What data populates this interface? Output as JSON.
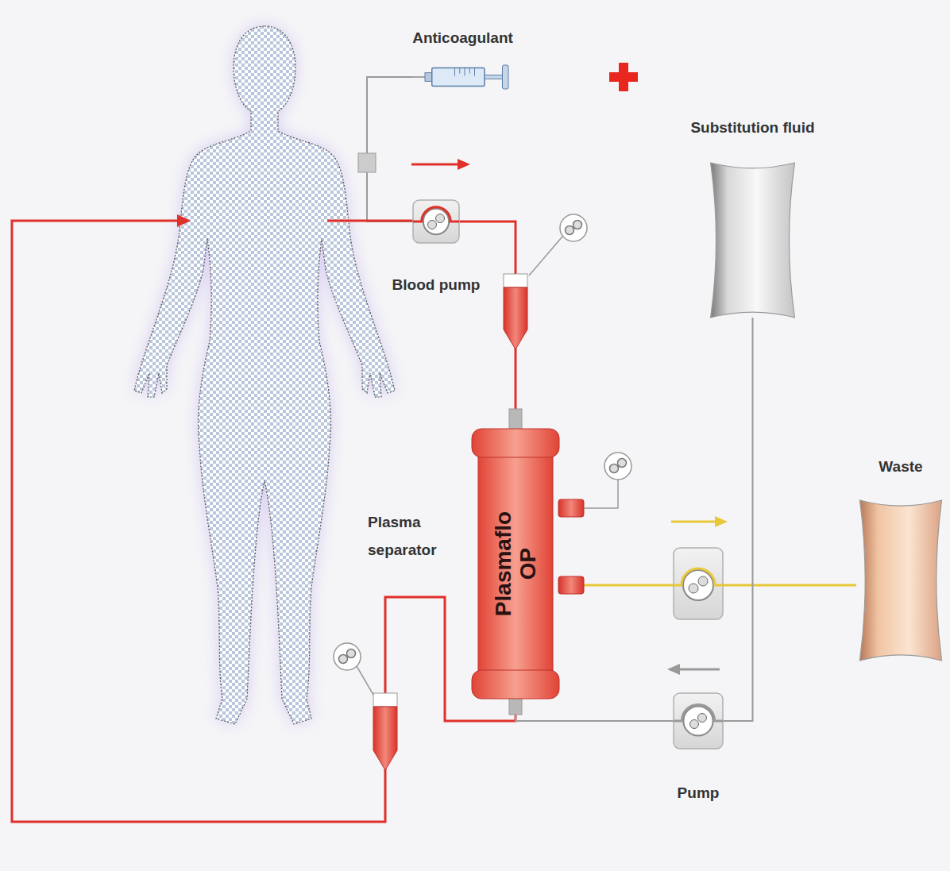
{
  "diagram": {
    "nodes": [
      {
        "text": [
          "Anticoagulant"
        ]
      },
      {
        "text": [
          "Blood pump"
        ]
      },
      {
        "text": [
          "Substitution fluid"
        ]
      },
      {
        "text": [
          "Plasma separator",
          "Plasmaflo OP"
        ]
      },
      {
        "text": [
          "Waste"
        ]
      },
      {
        "text": [
          "Pump"
        ]
      }
    ],
    "edges": [
      {
        "from": 0,
        "to": 1,
        "arrow": "none"
      },
      {
        "from": 1,
        "to": 3,
        "arrow": "none"
      },
      {
        "from": 3,
        "to": 4,
        "arrow": "none"
      },
      {
        "from": 2,
        "to": 5,
        "arrow": "none"
      },
      {
        "from": 5,
        "to": 3,
        "arrow": "none"
      }
    ]
  }
}
